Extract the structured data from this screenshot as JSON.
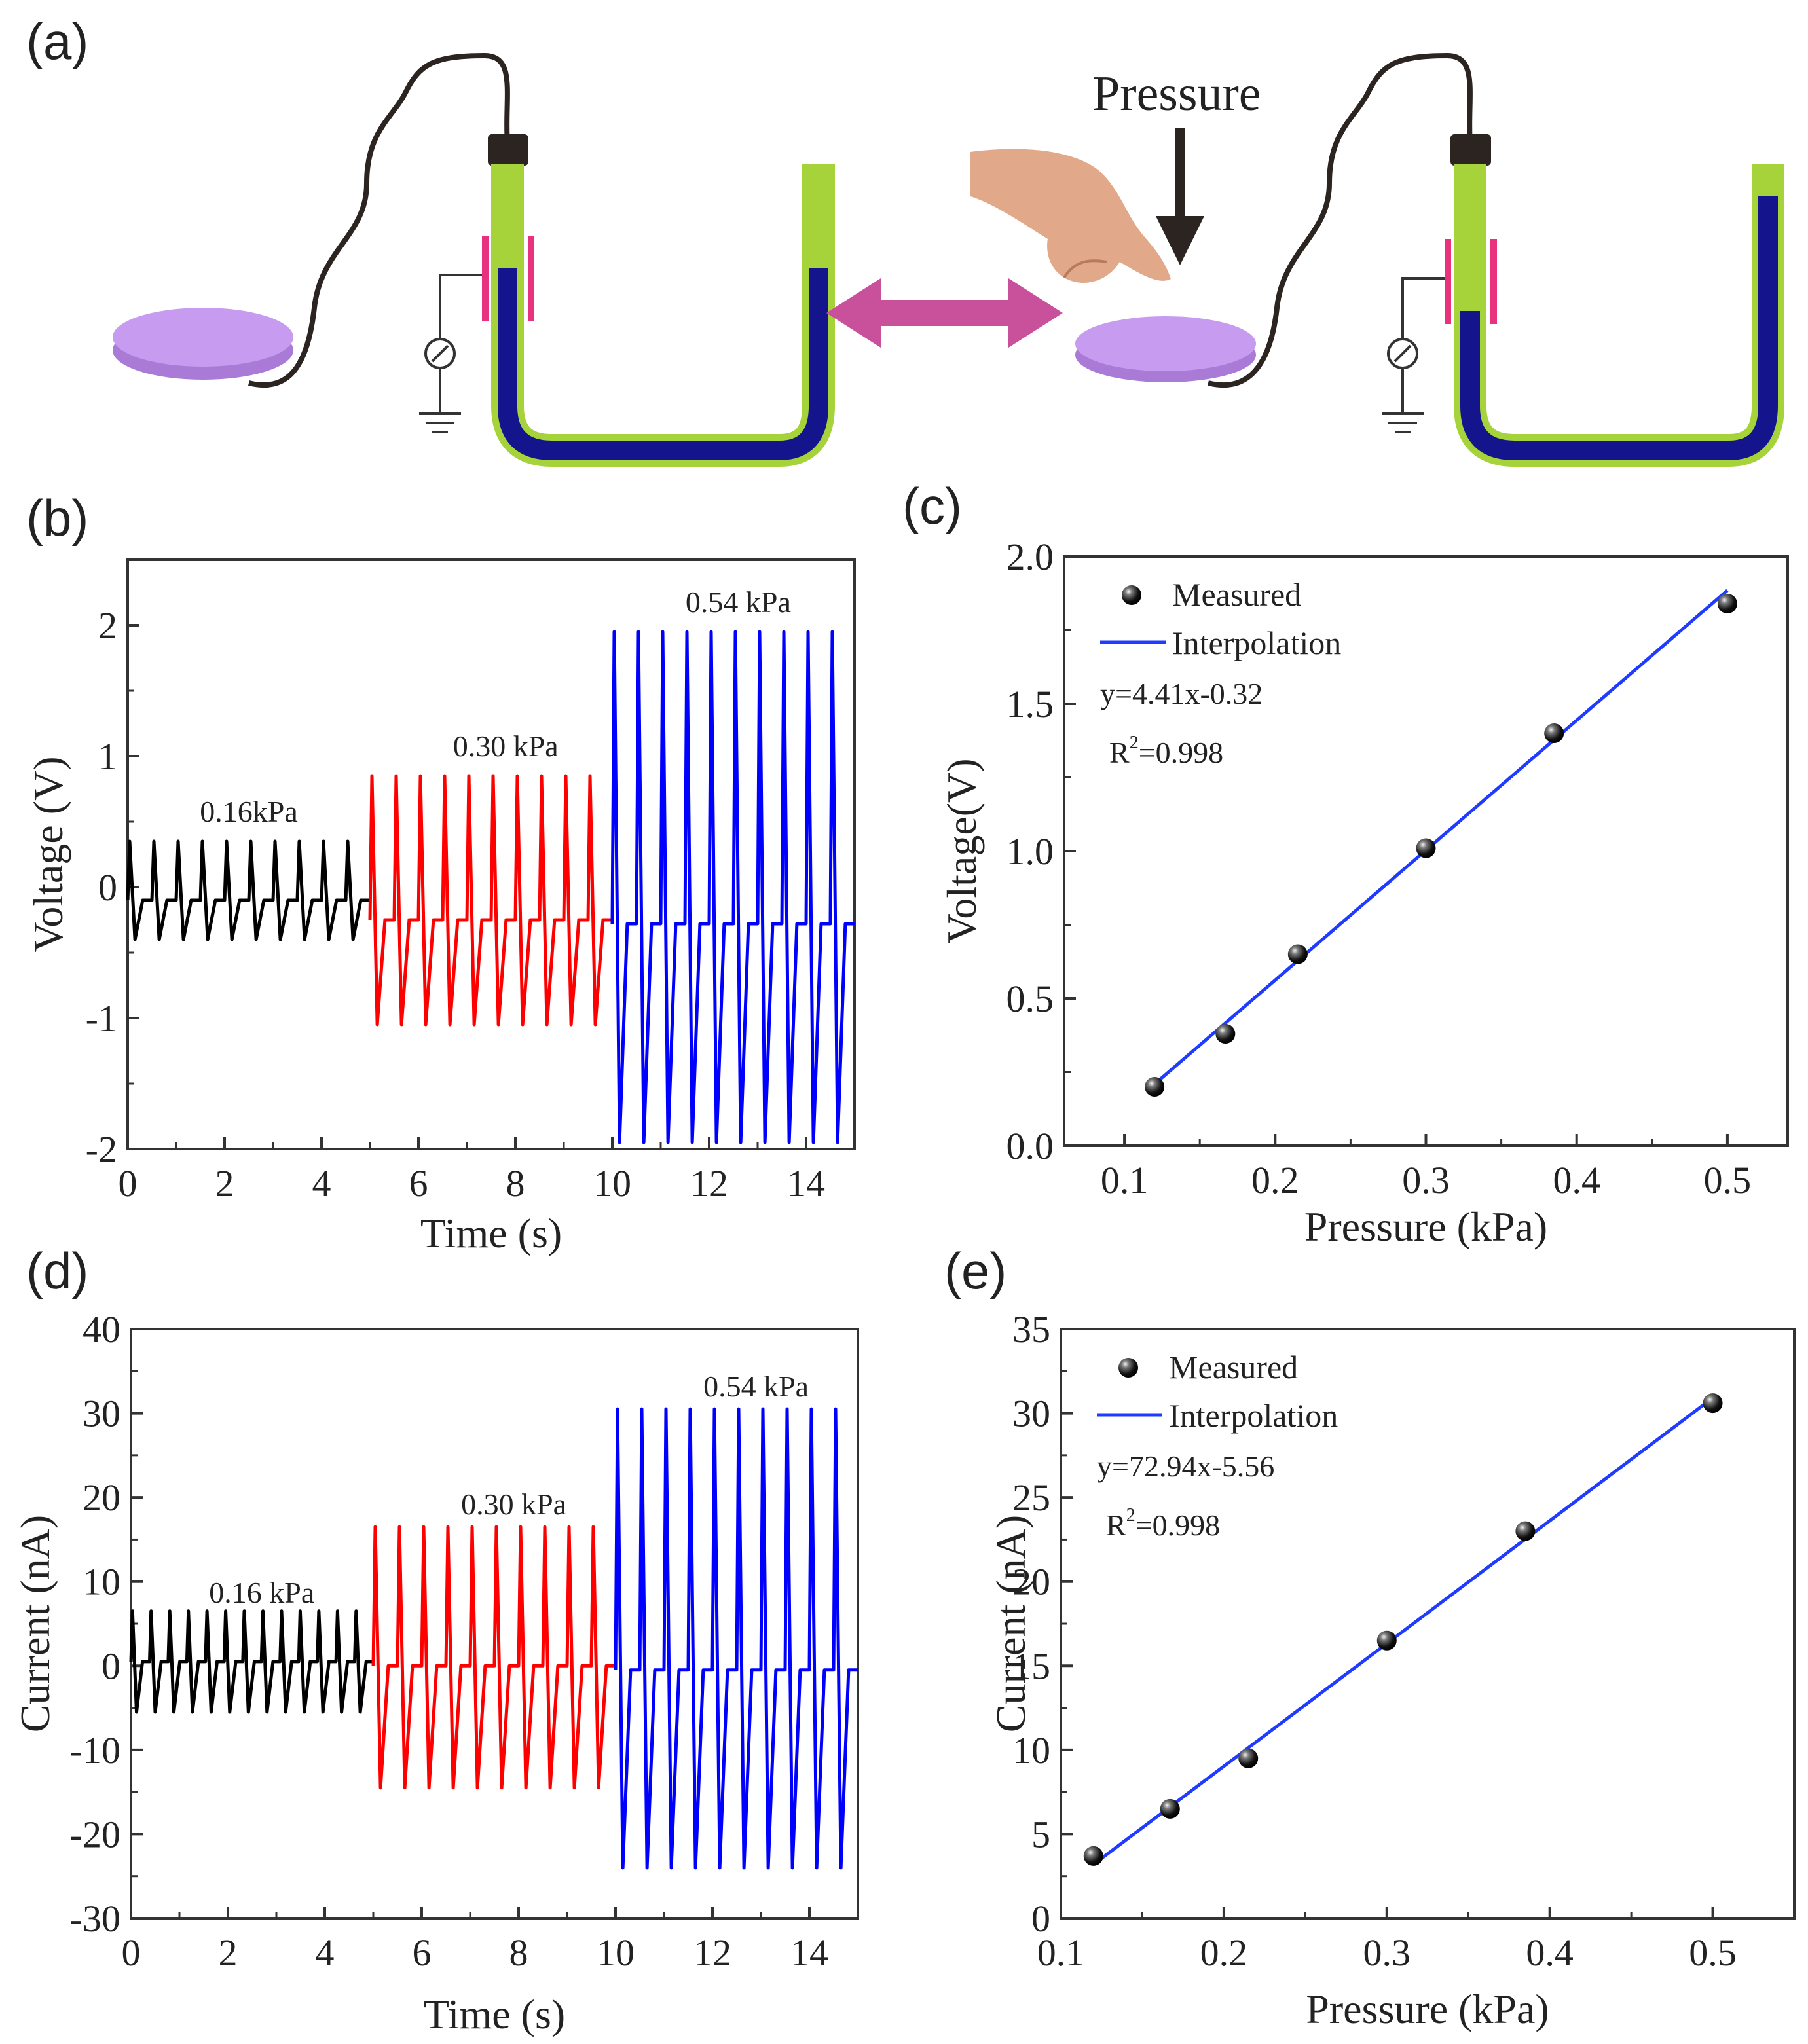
{
  "panels": {
    "a": "(a)",
    "b": "(b)",
    "c": "(c)",
    "d": "(d)",
    "e": "(e)"
  },
  "schematic": {
    "pressure_label": "Pressure",
    "colors": {
      "pad": "#c79cf0",
      "cable": "#2b2420",
      "tube_outer": "#a6d23a",
      "liquid": "#14148c",
      "electrode": "#e8327e",
      "arrow": "#c9509b",
      "skin": "#e2a88a"
    }
  },
  "chart_data": [
    {
      "panel": "b",
      "type": "line",
      "xlabel": "Time (s)",
      "ylabel": "Voltage (V)",
      "xlim": [
        0,
        15
      ],
      "ylim": [
        -2,
        2.5
      ],
      "xticks": [
        0,
        2,
        4,
        6,
        8,
        10,
        12,
        14
      ],
      "yticks": [
        -2,
        -1,
        0,
        1,
        2
      ],
      "grid": false,
      "annotations": [
        {
          "text": "0.16kPa",
          "x": 2.5,
          "y": 0.5
        },
        {
          "text": "0.30 kPa",
          "x": 7.8,
          "y": 1.0
        },
        {
          "text": "0.54 kPa",
          "x": 12.6,
          "y": 2.1
        }
      ],
      "series": [
        {
          "label": "0.16kPa",
          "color": "#000000",
          "t_start": 0,
          "t_end": 5,
          "pulses": 10,
          "peak": 0.35,
          "trough": -0.4,
          "mid": -0.1
        },
        {
          "label": "0.30 kPa",
          "color": "#ff0000",
          "t_start": 5,
          "t_end": 10,
          "pulses": 10,
          "peak": 0.85,
          "trough": -1.05,
          "mid": -0.25
        },
        {
          "label": "0.54 kPa",
          "color": "#0000ff",
          "t_start": 10,
          "t_end": 15,
          "pulses": 10,
          "peak": 1.95,
          "trough": -1.95,
          "mid": -0.28
        }
      ]
    },
    {
      "panel": "c",
      "type": "scatter",
      "xlabel": "Pressure (kPa)",
      "ylabel": "Voltage(V)",
      "xlim": [
        0.06,
        0.54
      ],
      "ylim": [
        0,
        2.0
      ],
      "xticks": [
        0.1,
        0.2,
        0.3,
        0.4,
        0.5
      ],
      "yticks": [
        0.0,
        0.5,
        1.0,
        1.5,
        2.0
      ],
      "grid": false,
      "legend_position": "top-left",
      "legend": [
        "Measured",
        "Interpolation"
      ],
      "equation": "y=4.41x-0.32",
      "r_squared_prefix": "R",
      "r_squared_exp": "2",
      "r_squared_value": "=0.998",
      "fit": {
        "slope": 4.41,
        "intercept": -0.32,
        "x_range": [
          0.12,
          0.5
        ]
      },
      "x": [
        0.12,
        0.167,
        0.215,
        0.3,
        0.385,
        0.5
      ],
      "y": [
        0.2,
        0.38,
        0.65,
        1.01,
        1.4,
        1.84
      ]
    },
    {
      "panel": "d",
      "type": "line",
      "xlabel": "Time (s)",
      "ylabel": "Current (nA)",
      "xlim": [
        0,
        15
      ],
      "ylim": [
        -30,
        40
      ],
      "xticks": [
        0,
        2,
        4,
        6,
        8,
        10,
        12,
        14
      ],
      "yticks": [
        -30,
        -20,
        -10,
        0,
        10,
        20,
        30,
        40
      ],
      "grid": false,
      "annotations": [
        {
          "text": "0.16 kPa",
          "x": 2.7,
          "y": 7.5
        },
        {
          "text": "0.30 kPa",
          "x": 7.9,
          "y": 18.0
        },
        {
          "text": "0.54 kPa",
          "x": 12.9,
          "y": 32.0
        }
      ],
      "series": [
        {
          "label": "0.16 kPa",
          "color": "#000000",
          "t_start": 0,
          "t_end": 5,
          "pulses": 13,
          "peak": 6.5,
          "trough": -5.5,
          "mid": 0.5
        },
        {
          "label": "0.30 kPa",
          "color": "#ff0000",
          "t_start": 5,
          "t_end": 10,
          "pulses": 10,
          "peak": 16.5,
          "trough": -14.5,
          "mid": 0.0
        },
        {
          "label": "0.54 kPa",
          "color": "#0000ff",
          "t_start": 10,
          "t_end": 15,
          "pulses": 10,
          "peak": 30.5,
          "trough": -24.0,
          "mid": -0.5
        }
      ]
    },
    {
      "panel": "e",
      "type": "scatter",
      "xlabel": "Pressure (kPa)",
      "ylabel": "Current (nA)",
      "xlim": [
        0.1,
        0.55
      ],
      "ylim": [
        0,
        35
      ],
      "xticks": [
        0.1,
        0.2,
        0.3,
        0.4,
        0.5
      ],
      "yticks": [
        0,
        5,
        10,
        15,
        20,
        25,
        30,
        35
      ],
      "grid": false,
      "legend_position": "top-left",
      "legend": [
        "Measured",
        "Interpolation"
      ],
      "equation": "y=72.94x-5.56",
      "r_squared_prefix": "R",
      "r_squared_exp": "2",
      "r_squared_value": "=0.998",
      "fit": {
        "slope": 72.94,
        "intercept": -5.56,
        "x_range": [
          0.12,
          0.5
        ]
      },
      "x": [
        0.12,
        0.167,
        0.215,
        0.3,
        0.385,
        0.5
      ],
      "y": [
        3.7,
        6.5,
        9.5,
        16.5,
        23.0,
        30.6
      ]
    }
  ]
}
